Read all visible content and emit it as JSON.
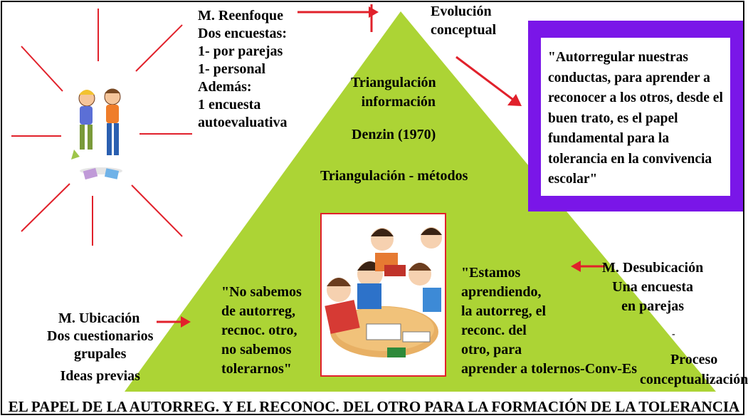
{
  "left_block": {
    "title": "M. Reenfoque",
    "lines": [
      "Dos encuestas:",
      "1- por parejas",
      "1- personal",
      "Además:",
      "1 encuesta",
      "autoevaluativa"
    ]
  },
  "top_right": {
    "line1": "Evolución",
    "line2": "conceptual"
  },
  "purple_quote": "\"Autorregular nuestras conductas, para aprender a reconocer a los otros, desde el buen trato,  es el papel fundamental para la tolerancia en la convivencia escolar\"",
  "triangle": {
    "triangulation_info_1": "Triangulación",
    "triangulation_info_2": "información",
    "denzin": "Denzin (1970)",
    "triangulation_methods": "Triangulación - métodos",
    "quote_left": [
      "\"No sabemos",
      "de autorreg,",
      "recnoc. otro,",
      "no sabemos",
      "tolerarnos\""
    ],
    "quote_right": [
      "\"Estamos",
      "aprendiendo,",
      "la autorreg, el",
      "reconc. del",
      "otro, para",
      "aprender a tolernos-Conv-Es"
    ]
  },
  "ubicacion": {
    "title": "M. Ubicación",
    "lines": [
      "Dos cuestionarios",
      "grupales",
      "Ideas previas"
    ]
  },
  "desubicacion": {
    "title": "M. Desubicación",
    "lines": [
      "Una encuesta",
      "en parejas"
    ],
    "dash": "-"
  },
  "proceso": {
    "line1": "Proceso",
    "line2": "conceptualización"
  },
  "bottom_title": "EL PAPEL DE LA AUTORREG. Y EL RECONOC. DEL OTRO PARA LA FORMACIÓN DE LA TOLERANCIA",
  "colors": {
    "triangle": "#acd435",
    "arrow": "#e1212b",
    "purple": "#7a16e8",
    "sun_rays": "#e1212b"
  }
}
